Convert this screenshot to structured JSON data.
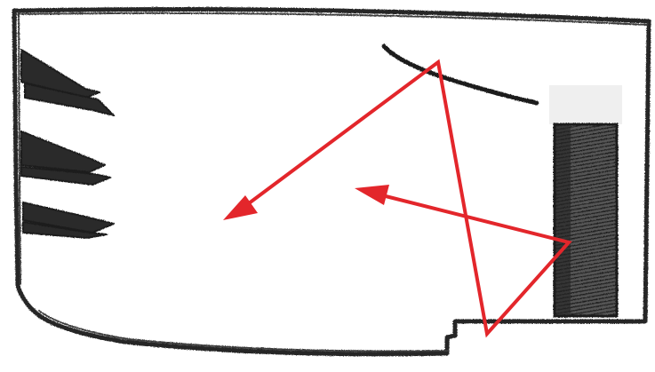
{
  "sketch": {
    "paper_color": "#ffffff",
    "pencil_color": "#2b2b2b",
    "shading_color": "#3a3a3a",
    "arrow_color": "#e3262b",
    "elements": [
      "room-outline",
      "left-wall-spikes",
      "curved-stroke",
      "shaded-block",
      "bounce-path-arrows"
    ]
  }
}
